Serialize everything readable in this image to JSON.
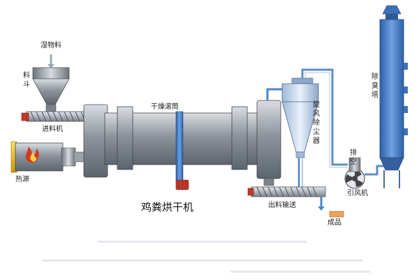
{
  "title": "鸡粪烘干机",
  "labels": {
    "wet_material": "湿物料",
    "hopper": "料斗",
    "feeder": "进料机",
    "heat_source": "热源",
    "drum": "干燥滚筒",
    "cyclone": "旋风除尘器",
    "discharge_conveyor": "出料输送",
    "exhaust": "排空",
    "induced_fan": "引风机",
    "product": "成品",
    "deodorizer": "除臭塔"
  },
  "colors": {
    "steel": "#8d949c",
    "steel_dark": "#5c646d",
    "pipe_blue": "#4a86c5",
    "tower_blue": "#3f6fb5",
    "motor_red": "#c0392b",
    "heater_yellow": "#e6b800"
  }
}
